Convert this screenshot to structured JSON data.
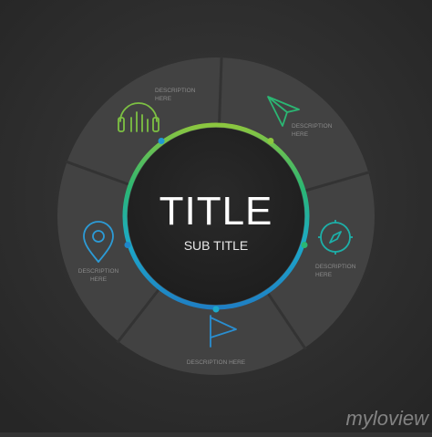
{
  "title": "TITLE",
  "subtitle": "SUB TITLE",
  "segments": [
    {
      "icon": "headphones-icon",
      "description": "DESCRIPTION HERE",
      "color": "#7DC143"
    },
    {
      "icon": "send-arrow-icon",
      "description": "DESCRIPTION HERE",
      "color": "#2BB673"
    },
    {
      "icon": "compass-icon",
      "description": "DESCRIPTION HERE",
      "color": "#1DAFA8"
    },
    {
      "icon": "flag-icon",
      "description": "DESCRIPTION HERE",
      "color": "#2A8ED0"
    },
    {
      "icon": "map-pin-icon",
      "description": "DESCRIPTION HERE",
      "color": "#2C9BD6"
    }
  ],
  "watermark": "myloview",
  "colors": {
    "background": "#333333",
    "wheel": "#424242",
    "divider": "#333333",
    "center": "#262626",
    "text_light": "#FFFFFF",
    "subtitle": "#E8E8E8",
    "description": "#8A8A8A"
  }
}
